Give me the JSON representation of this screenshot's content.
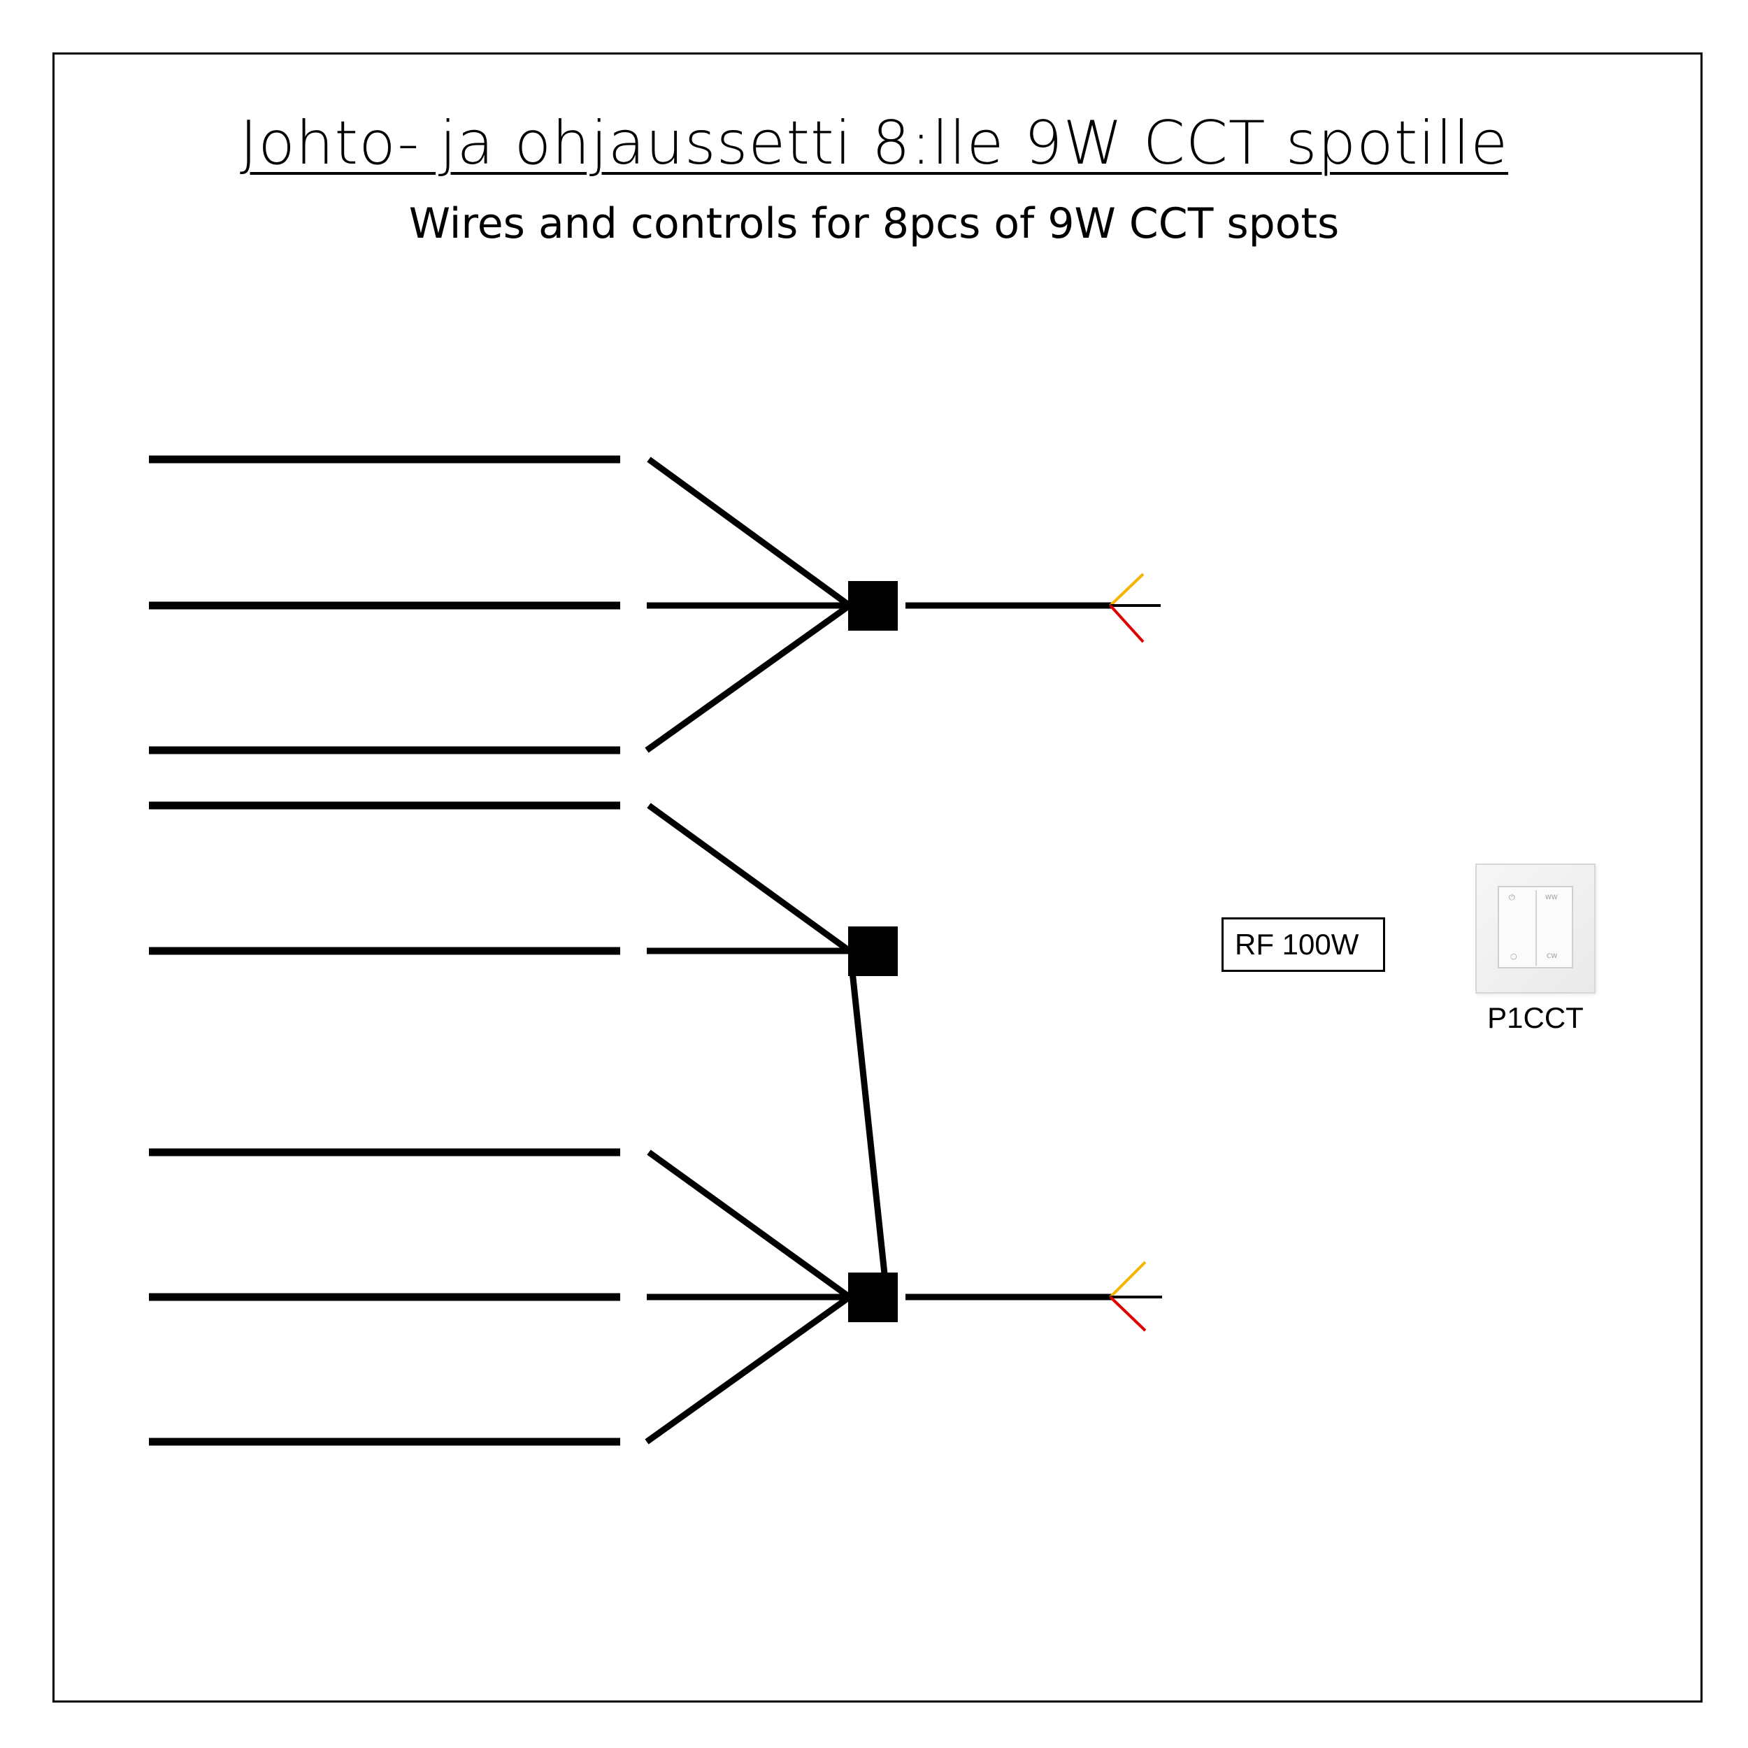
{
  "title": "Johto- ja ohjaussetti  8:lle 9W CCT spotille",
  "subtitle": "Wires and controls for 8pcs of 9W CCT spots",
  "rf_label": "RF 100W",
  "switch": {
    "label": "P1CCT",
    "icon": "wall-switch-icon",
    "top_left_glyph": "⏻",
    "top_right_glyph": "WW",
    "bottom_left_glyph": "○",
    "bottom_right_glyph": "CW"
  },
  "colors": {
    "wire": "#000000",
    "lead_yellow": "#f5b400",
    "lead_red": "#e00000",
    "lead_black": "#000000"
  }
}
